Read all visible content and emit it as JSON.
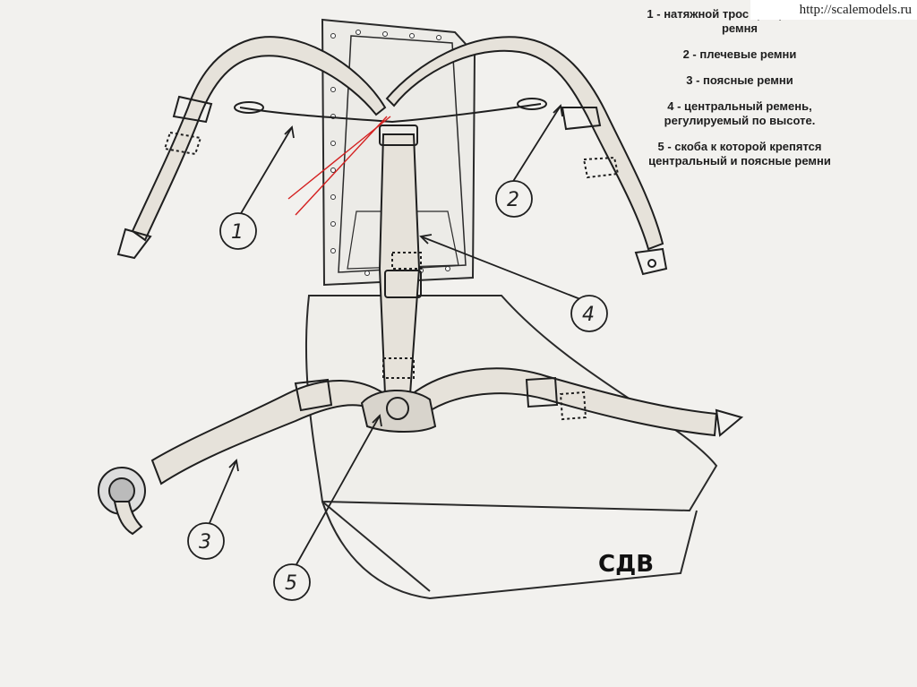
{
  "watermark": "http://scalemodels.ru",
  "legend": [
    {
      "number": "1",
      "text": "1 - натяжной трос центрального ремня"
    },
    {
      "number": "2",
      "text": "2 - плечевые ремни"
    },
    {
      "number": "3",
      "text": "3 - поясные ремни"
    },
    {
      "number": "4",
      "text": "4 -  центральный ремень, регулируемый по высоте."
    },
    {
      "number": "5",
      "text": "5 - скоба к которой крепятся центральный и поясные ремни"
    }
  ],
  "callouts": [
    "1",
    "2",
    "3",
    "4",
    "5"
  ],
  "signature": "СДВ",
  "colors": {
    "paper": "#f2f1ee",
    "ink": "#1f1f1f",
    "strap_fill": "#e6e2da",
    "red_lines": "#d42020"
  }
}
